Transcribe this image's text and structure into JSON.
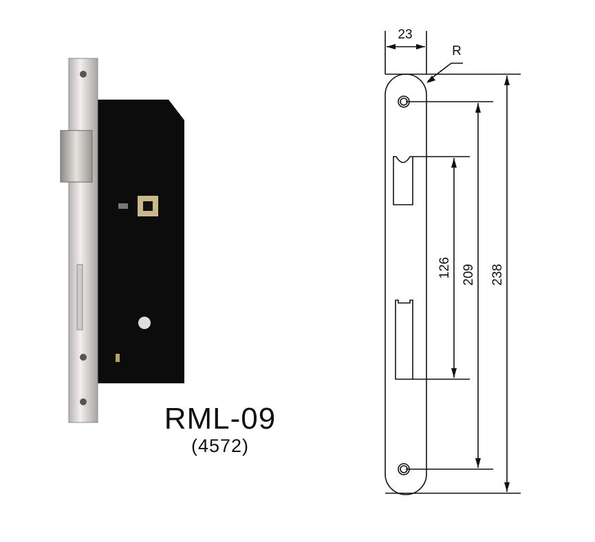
{
  "product": {
    "model": "RML-09",
    "code": "(4572)"
  },
  "drawing": {
    "width_label": "23",
    "radius_label": "R",
    "dimensions": [
      "126",
      "209",
      "238"
    ]
  }
}
